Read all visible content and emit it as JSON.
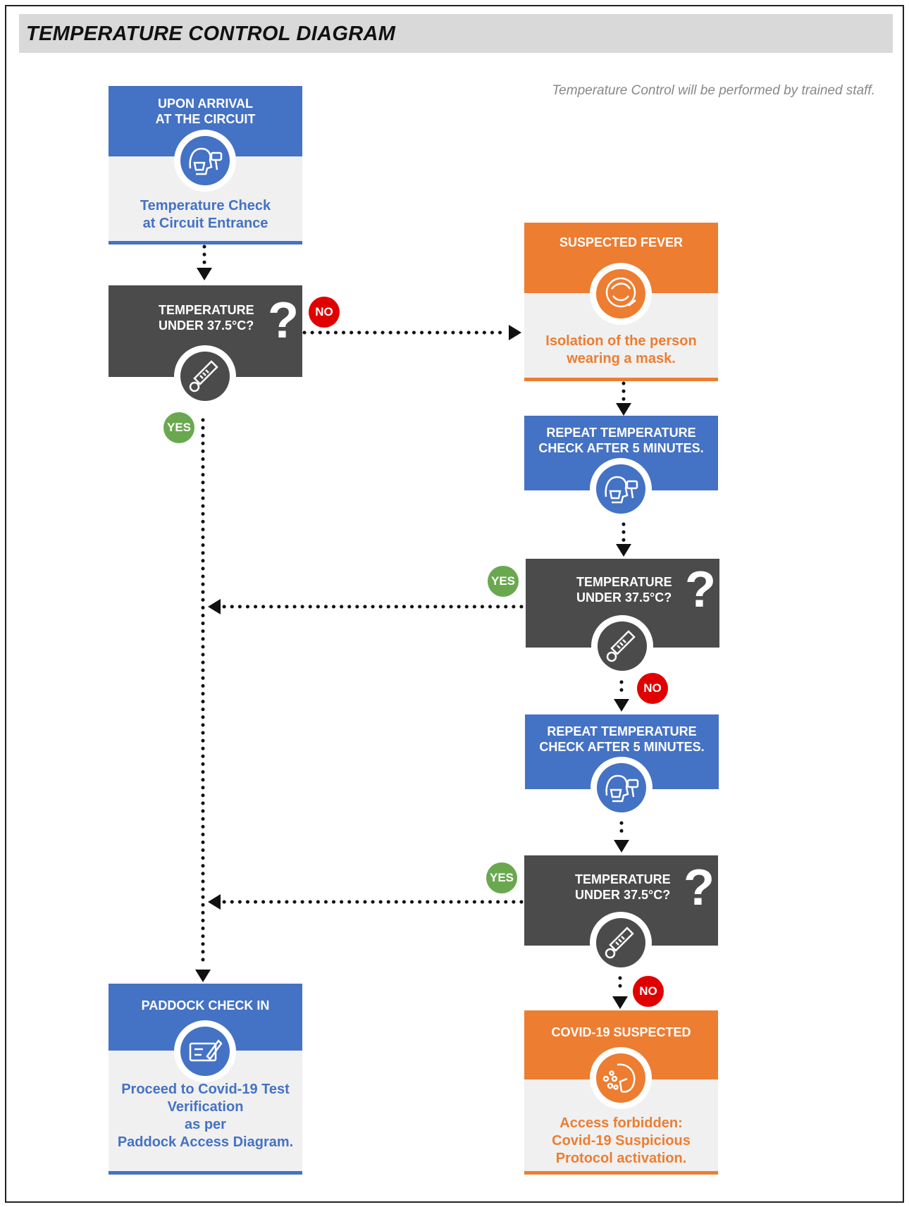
{
  "title": "TEMPERATURE CONTROL DIAGRAM",
  "note": "Temperature Control will be performed by trained staff.",
  "arrival": {
    "header": [
      "UPON ARRIVAL",
      "AT THE CIRCUIT"
    ],
    "body": [
      "Temperature Check",
      "at Circuit Entrance"
    ]
  },
  "question": {
    "text": [
      "TEMPERATURE",
      "UNDER 37.5°C?"
    ],
    "mark": "?"
  },
  "fever": {
    "header": "SUSPECTED FEVER",
    "body": [
      "Isolation of the person",
      "wearing a mask."
    ]
  },
  "repeat": {
    "text": [
      "REPEAT TEMPERATURE",
      "CHECK AFTER 5 MINUTES."
    ]
  },
  "paddock": {
    "header": "PADDOCK CHECK IN",
    "body": [
      "Proceed to Covid-19 Test",
      "Verification",
      "as per",
      "Paddock Access Diagram."
    ]
  },
  "covid": {
    "header": "COVID-19 SUSPECTED",
    "body": [
      "Access forbidden:",
      "Covid-19 Suspicious",
      "Protocol activation."
    ]
  },
  "badges": {
    "yes": "YES",
    "no": "NO"
  },
  "colors": {
    "blue": "#4472c4",
    "orange": "#ed7d31",
    "dark": "#4b4b4b",
    "no": "#e00000",
    "yes": "#6aa84f"
  }
}
